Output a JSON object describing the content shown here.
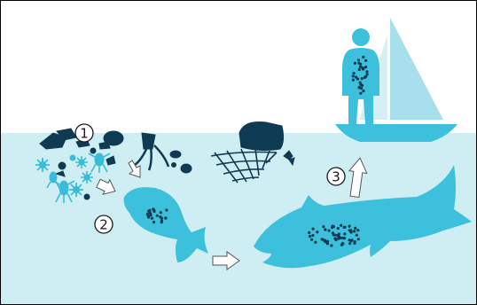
{
  "steps": [
    {
      "number": "1"
    },
    {
      "number": "2"
    },
    {
      "number": "3"
    }
  ],
  "colors": {
    "sky": "#ffffff",
    "water": "#cfeef4",
    "fish": "#3cc0dc",
    "plankton": "#38bdd8",
    "debris": "#0f3b52",
    "person": "#3cc0dc",
    "sail_main": "#a7dfec",
    "sail_front": "#d6eff5",
    "arrow_outline": "#555555",
    "frame": "#000000"
  },
  "icons": [
    "microplastic-debris-icon",
    "plankton-icon",
    "fishing-net-icon",
    "small-fish-icon",
    "large-fish-icon",
    "fisher-person-icon",
    "sailboat-icon",
    "flow-arrow-icon"
  ]
}
